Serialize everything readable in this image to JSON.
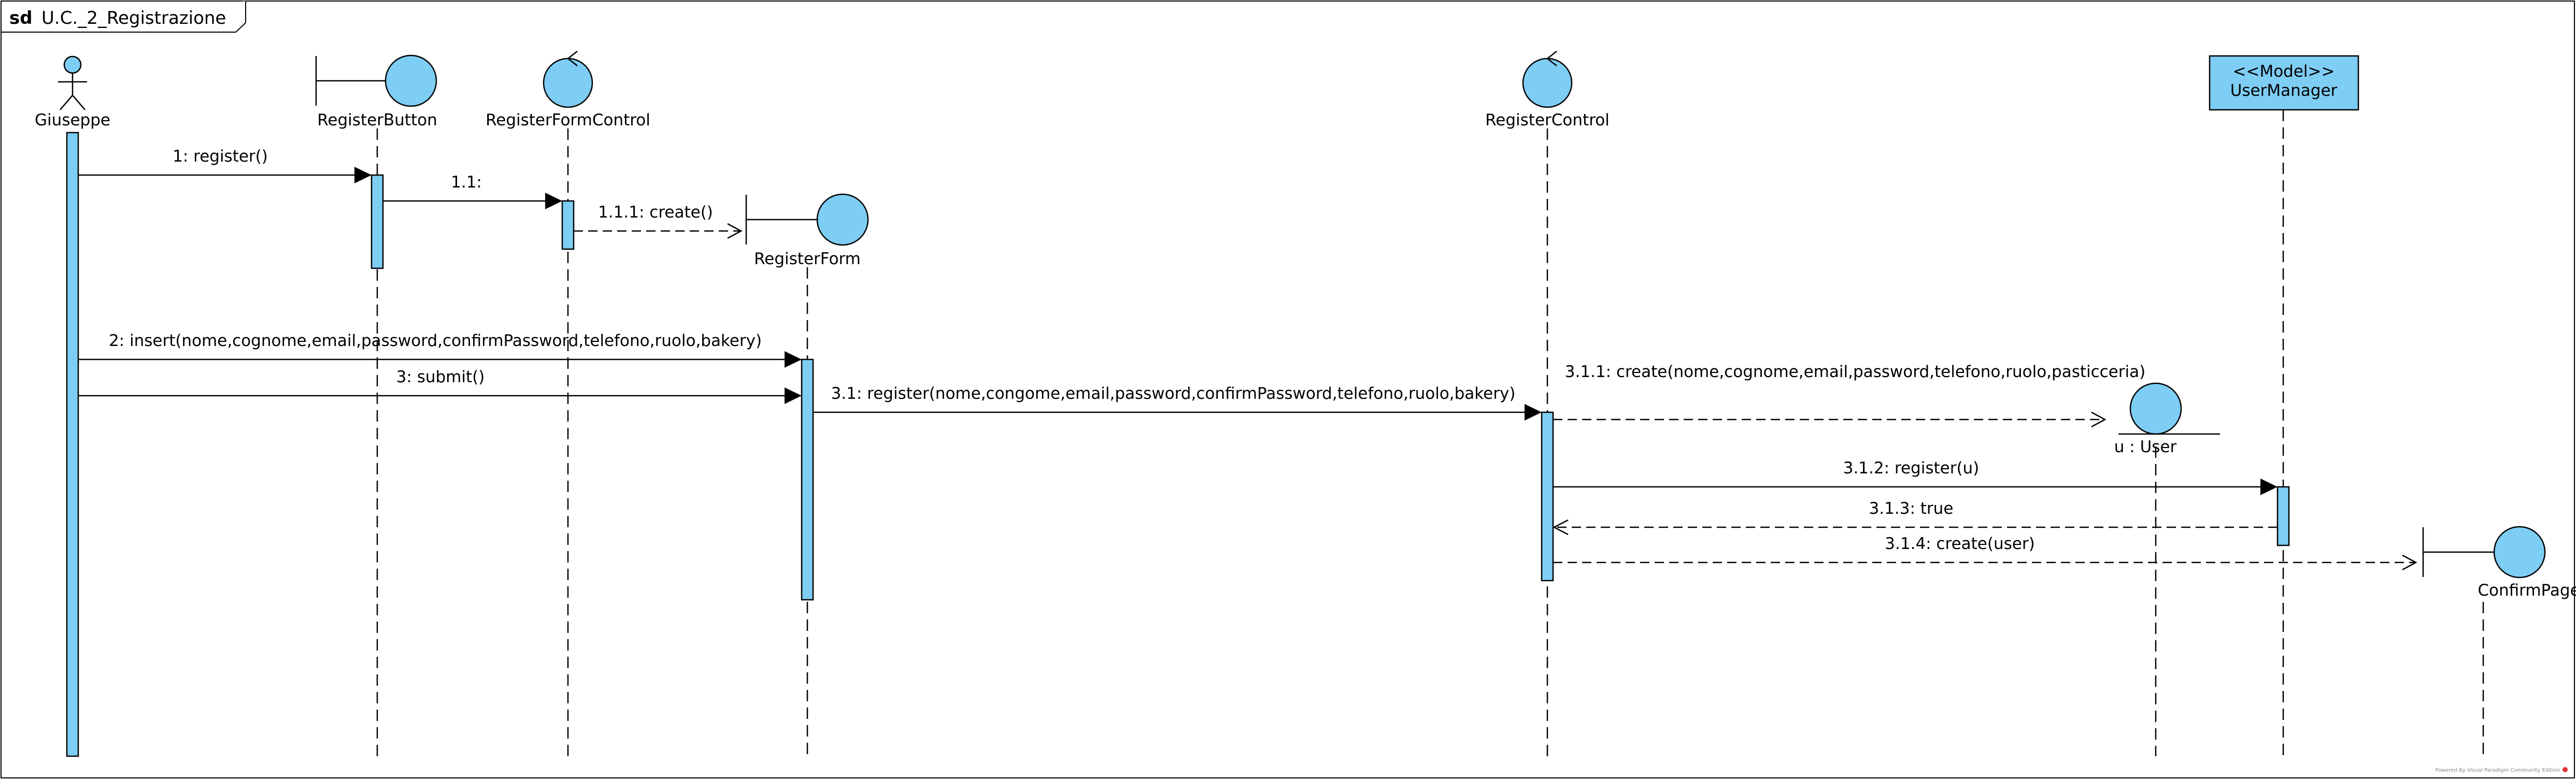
{
  "frame": {
    "keyword": "sd",
    "title": "U.C._2_Registrazione"
  },
  "colors": {
    "fill": "#7ecdf4",
    "stroke": "#000000",
    "background": "#ffffff"
  },
  "participants": {
    "giuseppe": {
      "name": "Giuseppe",
      "kind": "actor",
      "icon": "actor-icon"
    },
    "register_button": {
      "name": "RegisterButton",
      "kind": "boundary",
      "icon": "boundary-icon"
    },
    "register_form_control": {
      "name": "RegisterFormControl",
      "kind": "control",
      "icon": "control-icon"
    },
    "register_form": {
      "name": "RegisterForm",
      "kind": "boundary",
      "icon": "boundary-icon"
    },
    "register_control": {
      "name": "RegisterControl",
      "kind": "control",
      "icon": "control-icon"
    },
    "user": {
      "name": "u : User",
      "kind": "entity",
      "icon": "entity-icon"
    },
    "user_manager": {
      "stereotype": "<<Model>>",
      "name": "UserManager",
      "kind": "class-box"
    },
    "confirm_page": {
      "name": "ConfirmPage",
      "kind": "boundary",
      "icon": "boundary-icon"
    }
  },
  "messages": {
    "m1": "1: register()",
    "m1_1": "1.1:",
    "m1_1_1": "1.1.1: create()",
    "m2": "2: insert(nome,cognome,email,password,confirmPassword,telefono,ruolo,bakery)",
    "m3": "3: submit()",
    "m3_1": "3.1: register(nome,congome,email,password,confirmPassword,telefono,ruolo,bakery)",
    "m3_1_1": "3.1.1: create(nome,cognome,email,password,telefono,ruolo,pasticceria)",
    "m3_1_2": "3.1.2: register(u)",
    "m3_1_3": "3.1.3: true",
    "m3_1_4": "3.1.4: create(user)"
  },
  "watermark": "Powered By Visual Paradigm Community Edition"
}
